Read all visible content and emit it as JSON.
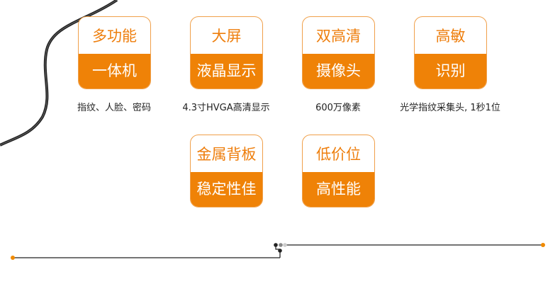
{
  "accent_color": "#ef8207",
  "features": [
    {
      "top": "多功能",
      "bottom": "一体机",
      "caption": "指纹、人脸、密码"
    },
    {
      "top": "大屏",
      "bottom": "液晶显示",
      "caption": "4.3寸HVGA高清显示"
    },
    {
      "top": "双高清",
      "bottom": "摄像头",
      "caption": "600万像素"
    },
    {
      "top": "高敏",
      "bottom": "识别",
      "caption": "光学指纹采集头, 1秒1位"
    },
    {
      "top": "金属背板",
      "bottom": "稳定性佳"
    },
    {
      "top": "低价位",
      "bottom": "高性能"
    }
  ]
}
